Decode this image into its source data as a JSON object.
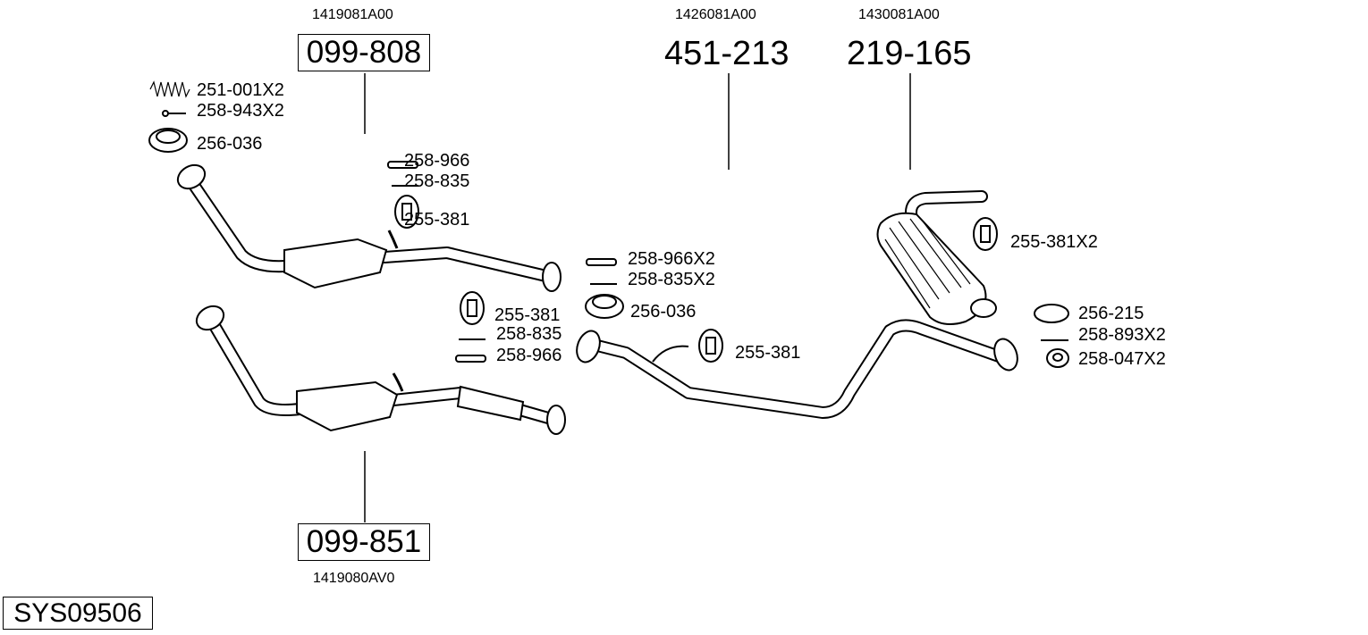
{
  "diagram_title": "SYS09506",
  "assemblies": [
    {
      "part": "099-808",
      "oe": "1419081A00"
    },
    {
      "part": "451-213",
      "oe": "1426081A00"
    },
    {
      "part": "219-165",
      "oe": "1430081A00"
    },
    {
      "part": "099-851",
      "oe": "1419080AV0"
    }
  ],
  "fittings": {
    "front_group": [
      "251-001X2",
      "258-943X2",
      "256-036"
    ],
    "cat_upper_group": [
      "258-966",
      "258-835",
      "255-381"
    ],
    "mid_joint_group": [
      "258-966X2",
      "258-835X2",
      "256-036"
    ],
    "cat_lower_group": [
      "255-381",
      "258-835",
      "258-966"
    ],
    "mid_pipe_hanger": "255-381",
    "rear_hanger": "255-381X2",
    "rear_group": [
      "256-215",
      "258-893X2",
      "258-047X2"
    ]
  }
}
